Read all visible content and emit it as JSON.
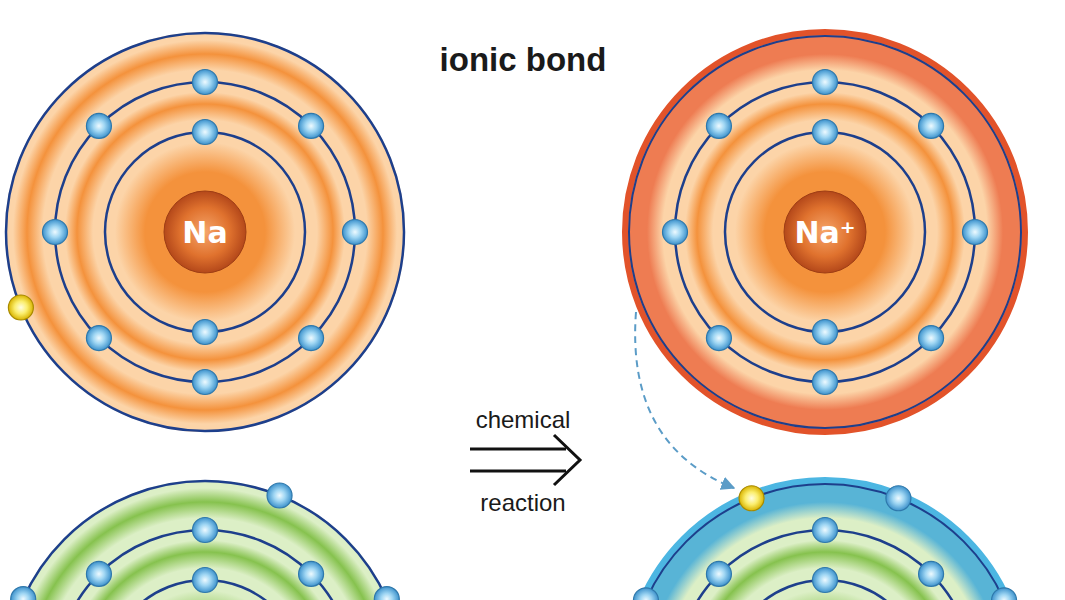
{
  "diagram": {
    "title": "ionic bond",
    "nodes": [
      {
        "text": [
          "Na"
        ]
      },
      {
        "text": [
          "Na⁺"
        ]
      }
    ],
    "labels": [
      "chemical",
      "reaction"
    ]
  }
}
